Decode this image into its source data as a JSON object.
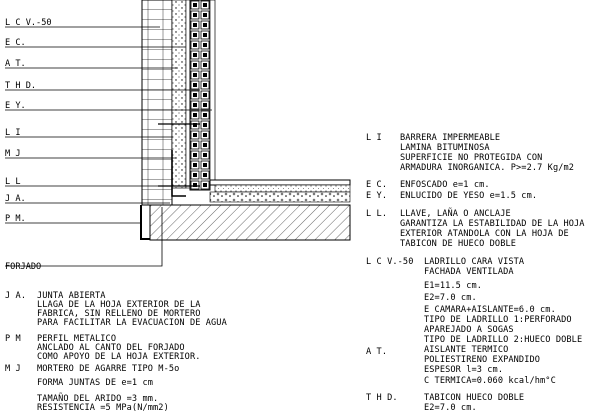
{
  "labels": {
    "lcv": "L C V.-50",
    "ec": "E C.",
    "at": "A T.",
    "thd": "T H D.",
    "ey": "E Y.",
    "li": "L I",
    "mj": "M J",
    "ll": "L L",
    "ja": "J A.",
    "pm": "P M.",
    "forjado": "FORJADO"
  },
  "legend_left": [
    {
      "key": "J A.",
      "lines": [
        "JUNTA ABIERTA",
        "LLAGA DE LA HOJA EXTERIOR DE LA",
        "FABRICA, SIN RELLENO DE MORTERO",
        "PARA FACILITAR LA EVACUACION DE AGUA"
      ]
    },
    {
      "key": "P M",
      "lines": [
        "PERFIL METALICO",
        "ANCLADO AL CANTO DEL FORJADO",
        "COMO APOYO DE LA HOJA EXTERIOR."
      ]
    },
    {
      "key": "M J",
      "lines": [
        "MORTERO DE AGARRE TIPO M-5o",
        "",
        "FORMA JUNTAS DE e=1 cm",
        "",
        "TAMAÑO DEL ARIDO =3 mm.",
        "RESISTENCIA =5 MPa(N/mm2)"
      ]
    }
  ],
  "legend_right": [
    {
      "key": "L I",
      "lines": [
        "BARRERA IMPERMEABLE",
        "LAMINA BITUMINOSA",
        "SUPERFICIE NO PROTEGIDA CON",
        "ARMADURA INORGANICA. P>=2.7 Kg/m2"
      ]
    },
    {
      "key": "E C.",
      "lines": [
        "ENFOSCADO e=1 cm."
      ]
    },
    {
      "key": "E Y.",
      "lines": [
        "ENLUCIDO DE YESO e=1.5 cm."
      ]
    },
    {
      "key": "L L.",
      "lines": [
        "LLAVE, LAÑA O ANCLAJE",
        "GARANTIZA LA ESTABILIDAD DE LA HOJA",
        "EXTERIOR ATANDOLA CON LA HOJA DE",
        "TABICON DE HUECO DOBLE"
      ]
    },
    {
      "key": "L C V.-50",
      "lines": [
        "LADRILLO CARA VISTA",
        "FACHADA VENTILADA"
      ]
    },
    {
      "key": "",
      "lines": [
        "E1=11.5 cm.",
        "E2=7.0 cm.",
        "E CAMARA+AISLANTE=6.0 cm.",
        "TIPO DE LADRILLO 1:PERFORADO",
        "APAREJADO A SOGAS"
      ]
    },
    {
      "key": "A T.",
      "lines": [
        "TIPO DE LADRILLO 2:HUECO DOBLE",
        "AISLANTE TERMICO",
        "POLIESTIRENO EXPANDIDO",
        "ESPESOR l=3 cm.",
        "C TERMICA=0.060 kcal/hm°C"
      ]
    },
    {
      "key": "T H D.",
      "lines": [
        "TABICON HUECO DOBLE",
        "E2=7.0 cm."
      ]
    }
  ]
}
